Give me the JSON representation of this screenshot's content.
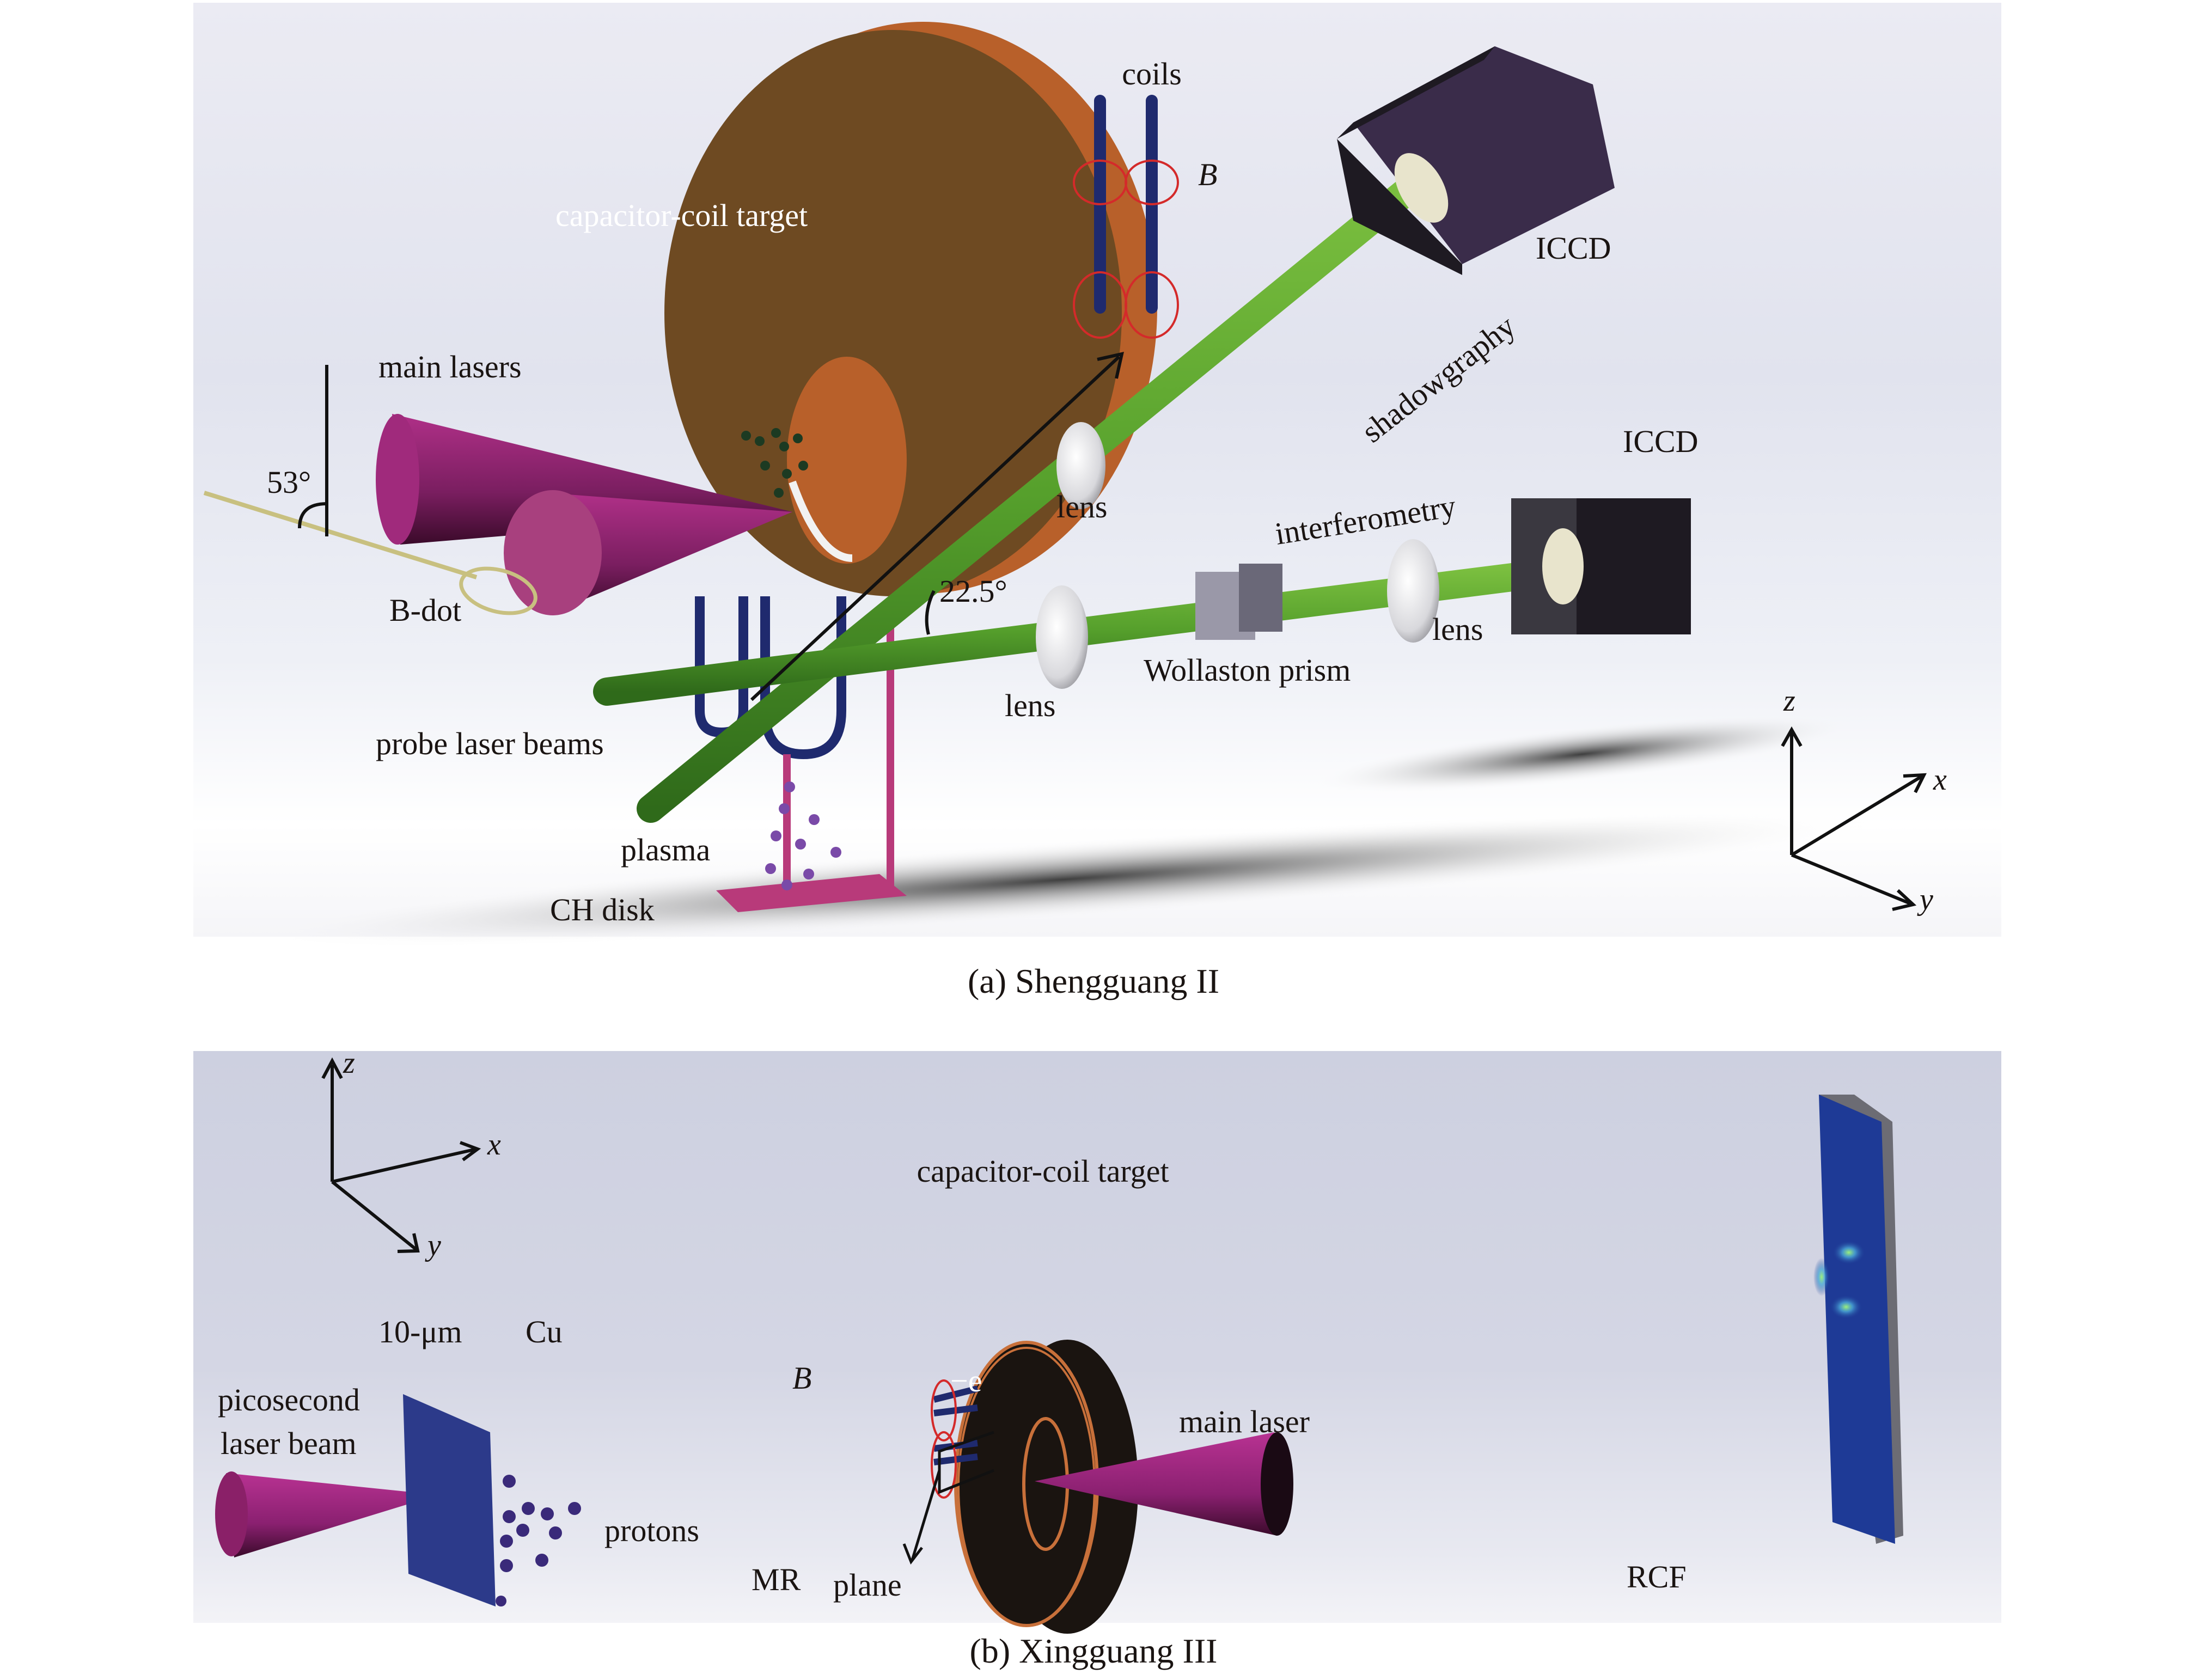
{
  "panel_a": {
    "caption": "(a) Shengguang II",
    "labels": {
      "coils": "coils",
      "b_field": "B",
      "capacitor_coil_target": "capacitor-coil target",
      "iccd_top": "ICCD",
      "shadowgraphy": "shadowgraphy",
      "main_lasers": "main lasers",
      "angle_53": "53°",
      "iccd_bottom": "ICCD",
      "lens_upper": "lens",
      "interferometry": "interferometry",
      "angle_22_5": "22.5°",
      "b_dot": "B-dot",
      "lens_right": "lens",
      "wollaston_prism": "Wollaston prism",
      "lens_lower": "lens",
      "probe_laser_beams": "probe laser beams",
      "plasma": "plasma",
      "ch_disk": "CH disk",
      "axis_z": "z",
      "axis_x": "x",
      "axis_y": "y"
    }
  },
  "panel_b": {
    "caption": "(b) Xingguang III",
    "labels": {
      "axis_z": "z",
      "axis_x": "x",
      "axis_y": "y",
      "capacitor_coil_target": "capacitor-coil target",
      "thickness": "10-μm",
      "material": "Cu",
      "picosecond_laser_beam_line1": "picosecond",
      "picosecond_laser_beam_line2": "laser beam",
      "b_field": "B",
      "electron": "−e",
      "main_laser": "main laser",
      "protons": "protons",
      "mr": "MR",
      "plane": "plane",
      "rcf": "RCF"
    }
  },
  "colors": {
    "target_brown": "#6e4a22",
    "target_orange": "#b8602a",
    "laser_magenta": "#9c2a78",
    "probe_green": "#5aa030",
    "coil_navy": "#1f2a6e",
    "field_red": "#d42a2a",
    "camera_dark": "#1e1a22",
    "camera_purple": "#3a2c4a",
    "rcf_blue": "#1e3a96",
    "stand_pink": "#b83a7a"
  }
}
